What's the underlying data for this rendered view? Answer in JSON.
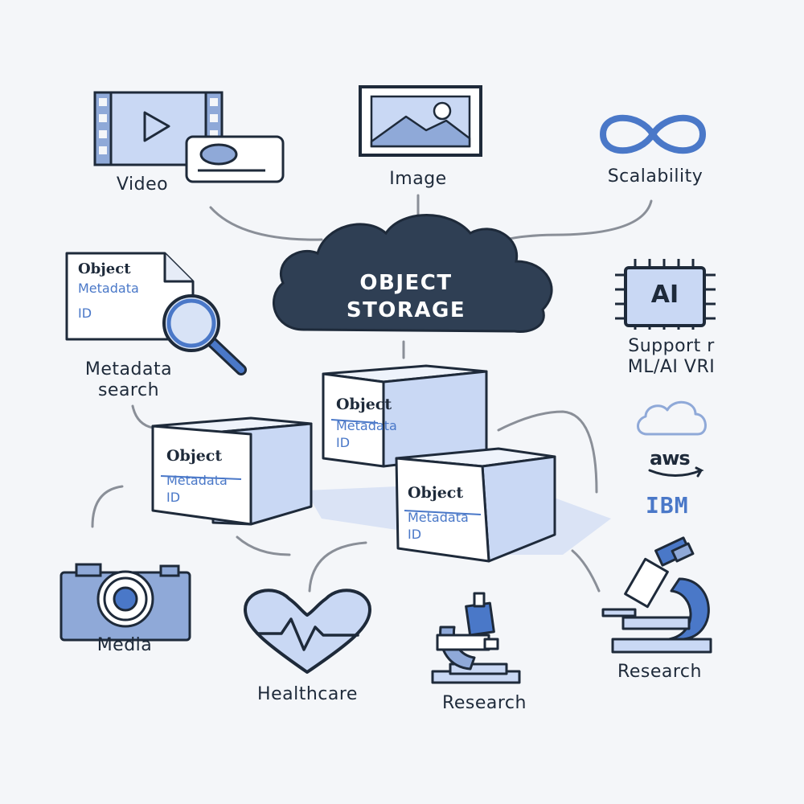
{
  "cloud": {
    "line1": "OBJECT",
    "line2": "STORAGE"
  },
  "labels": {
    "video": "Video",
    "image": "Image",
    "scalability": "Scalability",
    "metadata_search_1": "Metadata",
    "metadata_search_2": "search",
    "support_1": "Support r",
    "support_2": "ML/AI VRI",
    "media": "Media",
    "healthcare": "Healthcare",
    "research_center": "Research",
    "research_right": "Research"
  },
  "document": {
    "title": "Object",
    "meta": "Metadata",
    "id": "ID"
  },
  "cubes": [
    {
      "title": "Object",
      "meta": "Metadata",
      "id": "ID"
    },
    {
      "title": "Object",
      "meta": "Metadata",
      "id": "ID"
    },
    {
      "title": "Object",
      "meta": "Metadata",
      "id": "ID"
    }
  ],
  "chip": {
    "text": "AI"
  },
  "providers": {
    "aws": "aws",
    "ibm": "IBM"
  },
  "colors": {
    "outline": "#1e2a3a",
    "fill_light": "#c9d8f4",
    "fill_mid": "#aec4ee",
    "accent": "#4a78c8",
    "cloud": "#2f3f54",
    "connector": "#8a8f98",
    "background": "#f4f6f9"
  },
  "icons": [
    "video-icon",
    "image-icon",
    "infinity-icon",
    "document-icon",
    "magnifier-icon",
    "ai-chip-icon",
    "cloud-icon",
    "aws-logo",
    "ibm-logo",
    "camera-icon",
    "heart-icon",
    "microscope-icon"
  ]
}
